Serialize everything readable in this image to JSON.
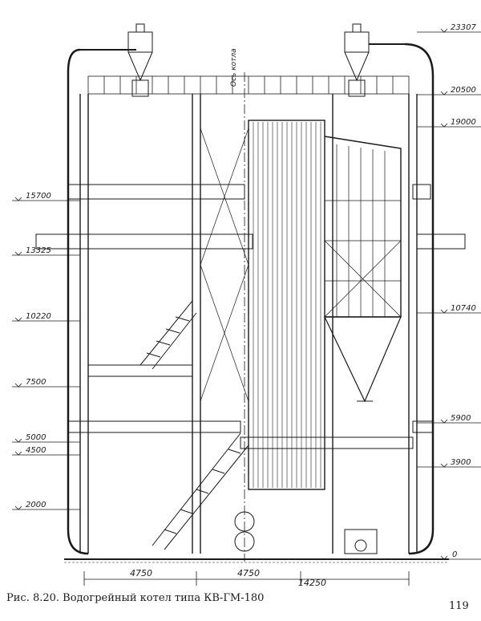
{
  "diagram": {
    "axis_label": "Ось котла",
    "levels": {
      "right": [
        "23307",
        "20500",
        "19000",
        "10740",
        "5900",
        "3900",
        "0"
      ],
      "left": [
        "15700",
        "13325",
        "10220",
        "7500",
        "5000",
        "4500",
        "2000"
      ]
    },
    "dimensions": [
      "4750",
      "4750",
      "14250"
    ]
  },
  "caption": "Рис. 8.20. Водогрейный котел типа КВ-ГМ-180",
  "page_number": "119"
}
